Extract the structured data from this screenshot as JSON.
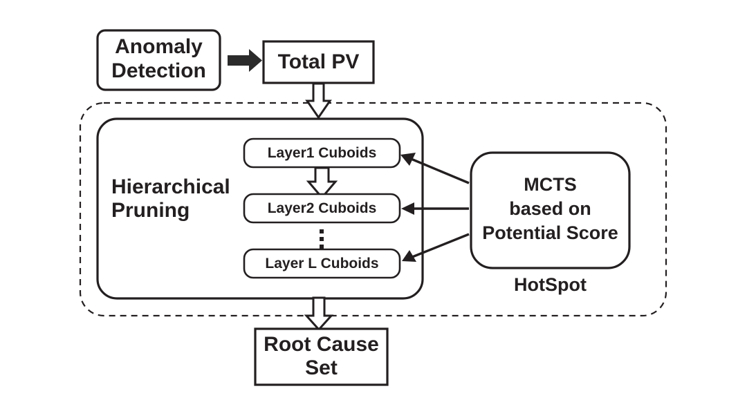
{
  "diagram": {
    "title_text_present": false,
    "nodes": {
      "anomaly_detection": {
        "label_line1": "Anomaly",
        "label_line2": "Detection"
      },
      "total_pv": {
        "label": "Total PV"
      },
      "hierarchical_pruning": {
        "label_line1": "Hierarchical",
        "label_line2": "Pruning"
      },
      "layer1": {
        "label": "Layer1 Cuboids"
      },
      "layer2": {
        "label": "Layer2 Cuboids"
      },
      "layerL": {
        "label": "Layer L  Cuboids"
      },
      "mcts": {
        "label_line1": "MCTS",
        "label_line2": "based on",
        "label_line3": "Potential Score"
      },
      "hotspot": {
        "label": "HotSpot"
      },
      "root_cause": {
        "label_line1": "Root Cause",
        "label_line2": "Set"
      },
      "ellipsis": {
        "label": "vertical-dots"
      }
    },
    "colors": {
      "stroke": "#231f20",
      "fill": "#ffffff",
      "arrow_solid": "#2b2b2b",
      "background": "#ffffff"
    },
    "edges": [
      {
        "from": "anomaly_detection",
        "to": "total_pv",
        "style": "solid-block-arrow",
        "direction": "right"
      },
      {
        "from": "total_pv",
        "to": "hierarchical_pruning",
        "style": "hollow-block-arrow",
        "direction": "down"
      },
      {
        "from": "layer1",
        "to": "layer2",
        "style": "hollow-block-arrow",
        "direction": "down"
      },
      {
        "from": "hierarchical_pruning",
        "to": "root_cause",
        "style": "hollow-block-arrow",
        "direction": "down"
      },
      {
        "from": "mcts",
        "to": "layer1",
        "style": "thin-arrow",
        "direction": "left"
      },
      {
        "from": "mcts",
        "to": "layer2",
        "style": "thin-arrow",
        "direction": "left"
      },
      {
        "from": "mcts",
        "to": "layerL",
        "style": "thin-arrow",
        "direction": "left"
      }
    ]
  }
}
